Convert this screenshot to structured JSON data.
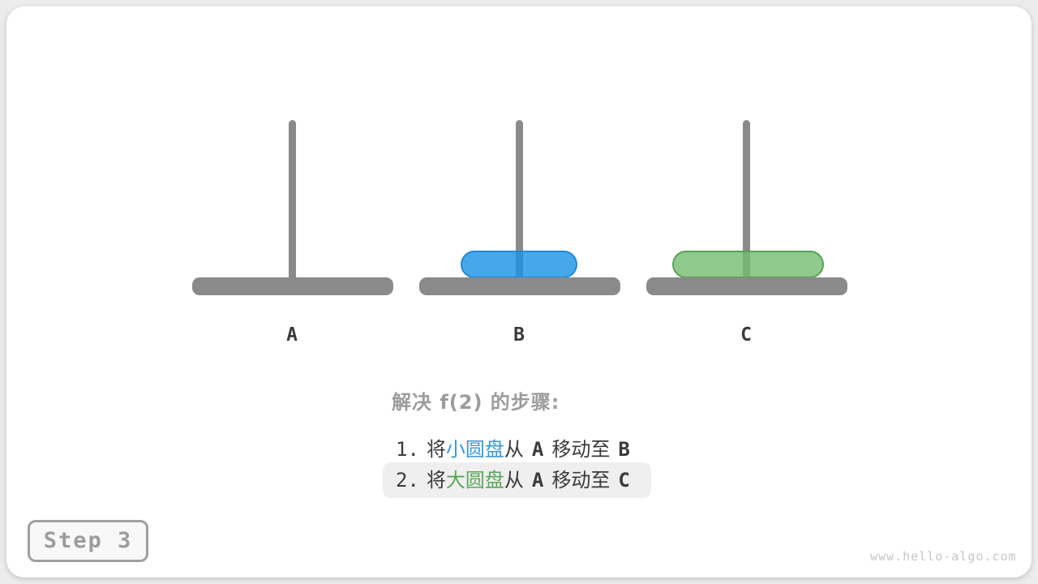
{
  "diagram": {
    "pegs": [
      {
        "label": "A"
      },
      {
        "label": "B"
      },
      {
        "label": "C"
      }
    ],
    "disks": [
      {
        "name": "small-disk",
        "size": "small",
        "on_peg": "B",
        "fill": "rgba(25,145,233,0.8)",
        "border": "#2188D6"
      },
      {
        "name": "large-disk",
        "size": "large",
        "on_peg": "C",
        "fill": "rgba(115,187,110,0.8)",
        "border": "#56A156"
      }
    ]
  },
  "steps_panel": {
    "title": "解决 f(2) 的步骤:",
    "steps": [
      {
        "num": "1.",
        "pre": "将",
        "disk": "小圆盘",
        "seg1": "从",
        "from": "A",
        "seg2": "移动至",
        "to": "B",
        "highlighted": false
      },
      {
        "num": "2.",
        "pre": "将",
        "disk": "大圆盘",
        "seg1": "从",
        "from": "A",
        "seg2": "移动至",
        "to": "C",
        "highlighted": true
      }
    ]
  },
  "footer": {
    "step_badge": "Step 3",
    "watermark": "www.hello-algo.com"
  },
  "colors": {
    "page_bg": "#ECECEC",
    "gray": "#8A8A8A",
    "blue_fill": "rgba(25,145,233,0.8)",
    "blue_border": "#2188D6",
    "green_fill": "rgba(115,187,110,0.8)",
    "green_border": "#56A156",
    "text_dark": "#3A3A3A",
    "text_gray": "#9C9C9C",
    "highlight_bg": "#EFEFEF",
    "blue_text": "#3898E0",
    "green_text": "#58A758",
    "watermark_color": "#C6C6C6"
  }
}
